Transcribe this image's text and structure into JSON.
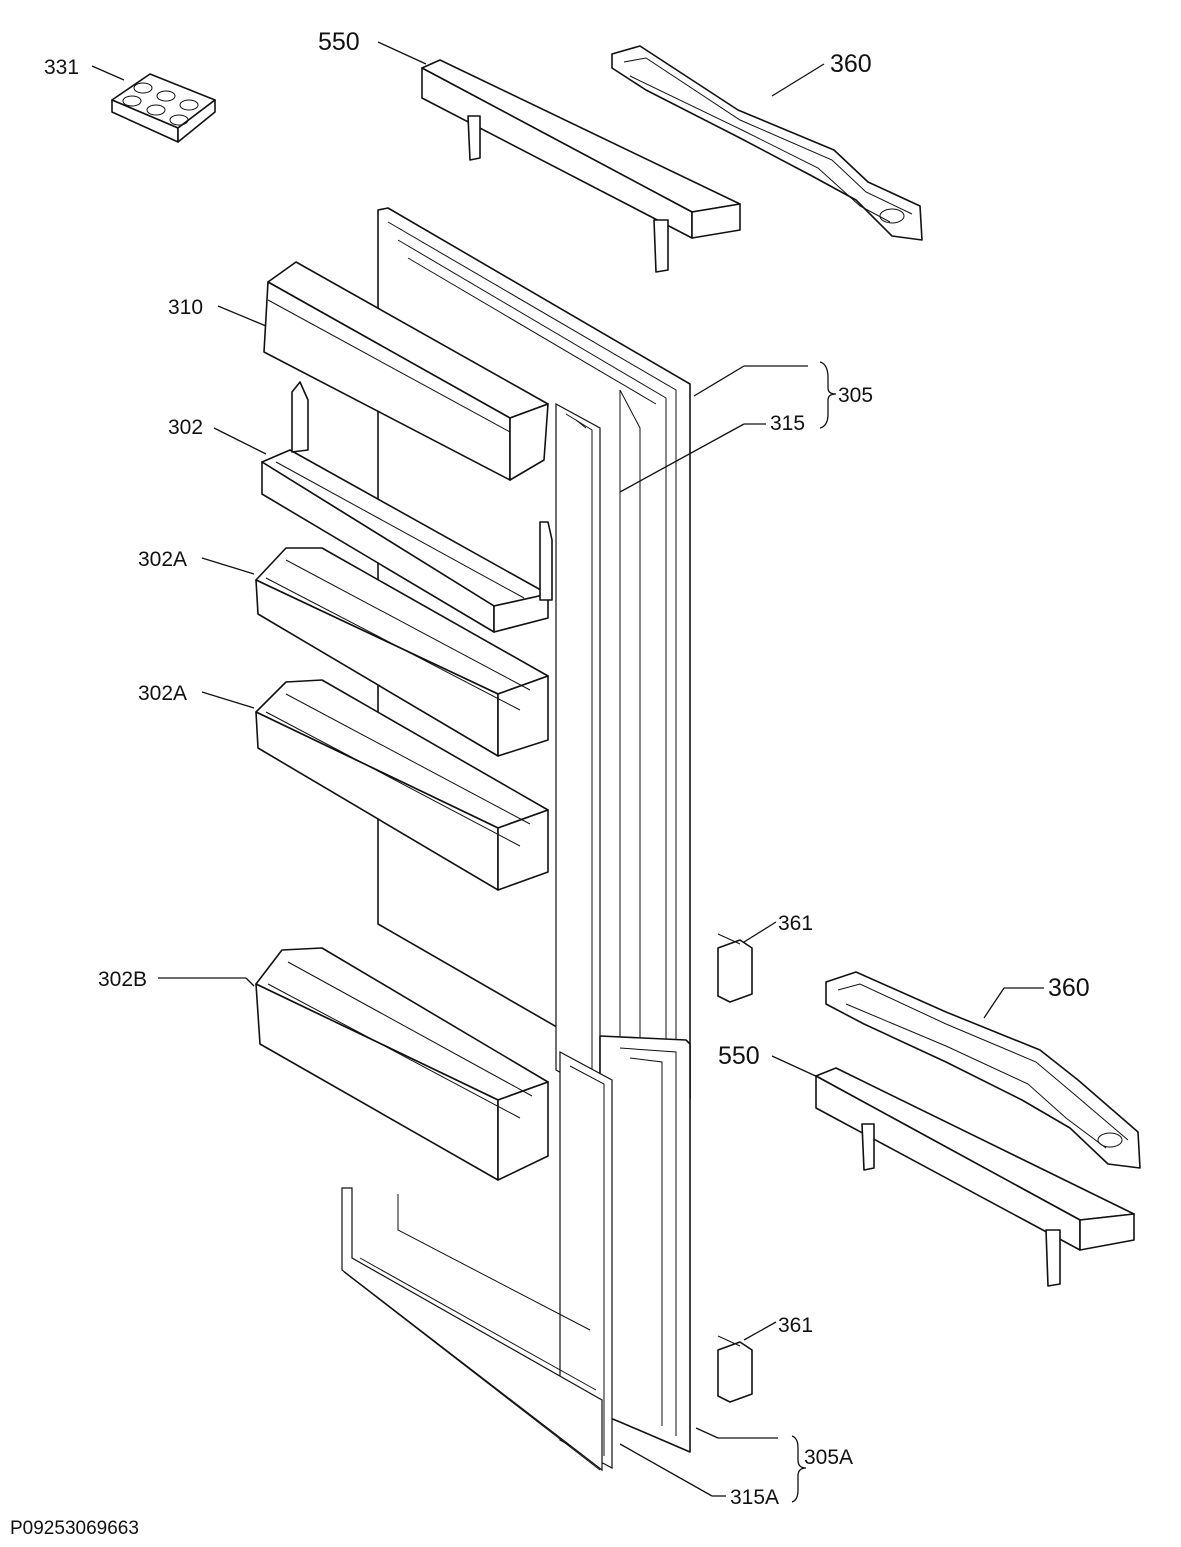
{
  "labels": {
    "p331": "331",
    "p550_top": "550",
    "p360_top": "360",
    "p310": "310",
    "p305": "305",
    "p315": "315",
    "p302": "302",
    "p302a_1": "302A",
    "p302a_2": "302A",
    "p302b": "302B",
    "p361_top": "361",
    "p360_bottom": "360",
    "p550_bottom": "550",
    "p361_bottom": "361",
    "p305a": "305A",
    "p315a": "315A"
  },
  "drawing_code": "P09253069663"
}
